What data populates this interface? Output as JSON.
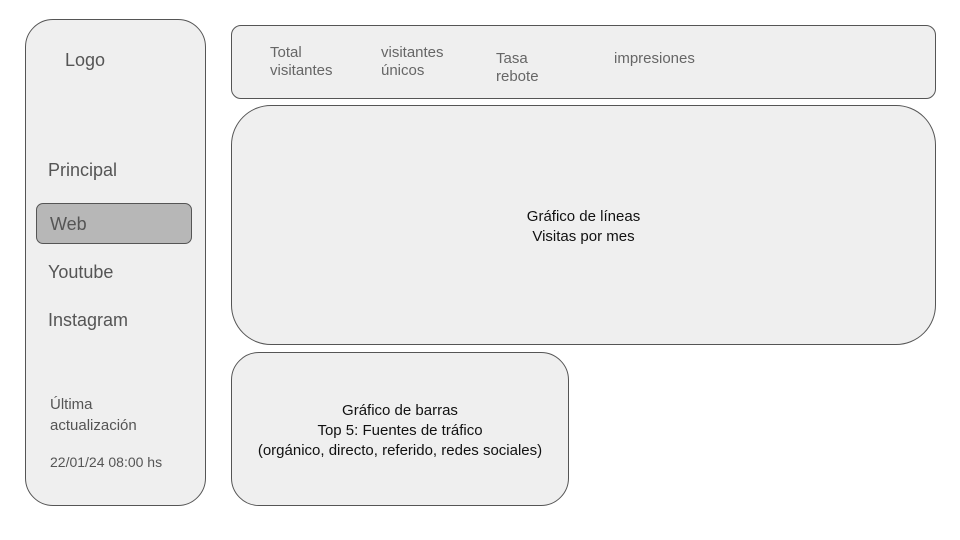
{
  "sidebar": {
    "logo": "Logo",
    "items": [
      "Principal",
      "Web",
      "Youtube",
      "Instagram"
    ],
    "active_item": "Web",
    "last_update_label_line1": "Última",
    "last_update_label_line2": "actualización",
    "last_update_value": "22/01/24 08:00 hs"
  },
  "kpis": [
    {
      "line1": "Total",
      "line2": "visitantes"
    },
    {
      "line1": "visitantes",
      "line2": "únicos"
    },
    {
      "line1": "Tasa",
      "line2": "rebote"
    },
    {
      "line1": "impresiones",
      "line2": ""
    }
  ],
  "line_chart": {
    "title": "Gráfico de líneas",
    "subtitle": "Visitas por mes"
  },
  "bar_chart": {
    "title": "Gráfico de barras",
    "subtitle": "Top 5: Fuentes de tráfico",
    "detail": "(orgánico, directo, referido, redes sociales)"
  },
  "colors": {
    "panel_bg": "#efefef",
    "border": "#555555",
    "active_bg": "#b7b7b7"
  }
}
